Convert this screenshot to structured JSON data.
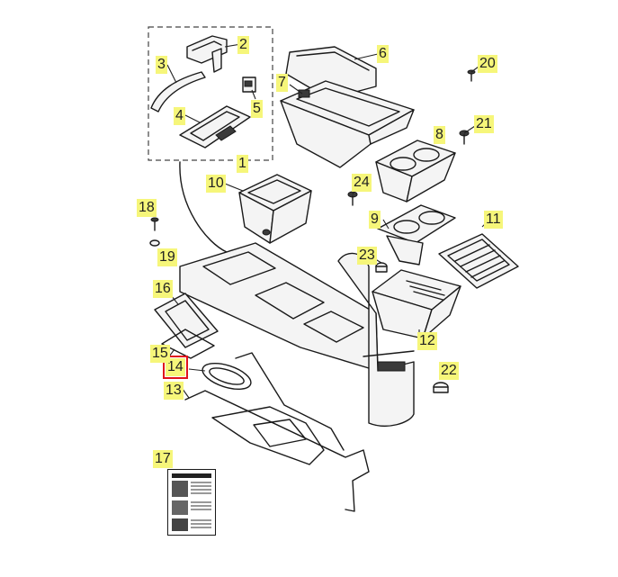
{
  "diagram": {
    "callouts": [
      {
        "id": "1",
        "text": "1"
      },
      {
        "id": "2",
        "text": "2"
      },
      {
        "id": "3",
        "text": "3"
      },
      {
        "id": "4",
        "text": "4"
      },
      {
        "id": "5",
        "text": "5"
      },
      {
        "id": "6",
        "text": "6"
      },
      {
        "id": "7",
        "text": "7"
      },
      {
        "id": "8",
        "text": "8"
      },
      {
        "id": "9",
        "text": "9"
      },
      {
        "id": "10",
        "text": "10"
      },
      {
        "id": "11",
        "text": "11"
      },
      {
        "id": "12",
        "text": "12"
      },
      {
        "id": "13",
        "text": "13"
      },
      {
        "id": "14",
        "text": "14"
      },
      {
        "id": "15",
        "text": "15"
      },
      {
        "id": "16",
        "text": "16"
      },
      {
        "id": "17",
        "text": "17"
      },
      {
        "id": "18",
        "text": "18"
      },
      {
        "id": "19",
        "text": "19"
      },
      {
        "id": "20",
        "text": "20"
      },
      {
        "id": "21",
        "text": "21"
      },
      {
        "id": "22",
        "text": "22"
      },
      {
        "id": "23",
        "text": "23"
      },
      {
        "id": "24",
        "text": "24"
      }
    ],
    "selected_callout": "14",
    "colors": {
      "callout_bg": "#f6f67a",
      "selection": "#e0121b",
      "ink": "#1a1a1a"
    }
  }
}
